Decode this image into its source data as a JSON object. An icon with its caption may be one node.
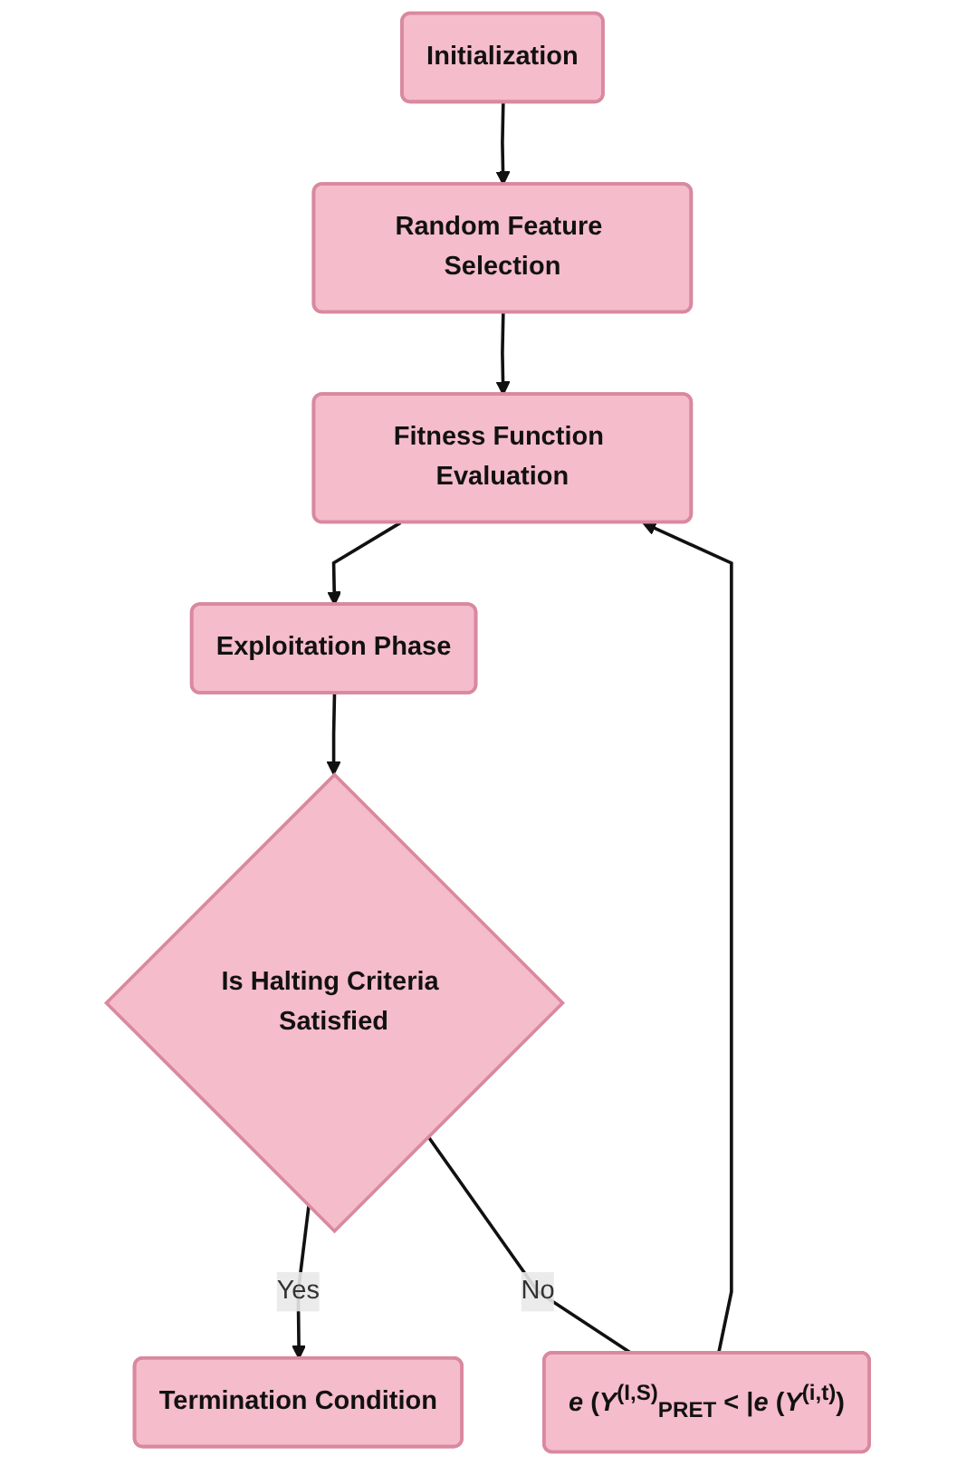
{
  "diagram": {
    "nodes": [
      {
        "text": [
          "Initialization"
        ]
      },
      {
        "text": [
          "Random Feature Selection"
        ]
      },
      {
        "text": [
          "Fitness Function Evaluation"
        ]
      },
      {
        "text": [
          "Exploitation Phase"
        ]
      },
      {
        "text": [
          "Is Halting Criteria Satisfied"
        ]
      },
      {
        "text": [
          "Termination Condition"
        ]
      },
      {
        "text": [
          "*e* (*Y*$^{(I,S)}$$_{PRET}$ < |*e* (*Y*$^{(i,t)}$)"
        ]
      }
    ],
    "edges": [
      {
        "from": 0,
        "to": 1,
        "arrow": "to"
      },
      {
        "from": 1,
        "to": 2,
        "arrow": "to"
      },
      {
        "from": 2,
        "to": 3,
        "arrow": "to"
      },
      {
        "from": 3,
        "to": 4,
        "arrow": "to"
      },
      {
        "from": 4,
        "to": 5,
        "arrow": "to",
        "label": "Yes"
      },
      {
        "from": 4,
        "to": 6,
        "arrow": "none",
        "label": "No"
      },
      {
        "from": 6,
        "to": 2,
        "arrow": "to"
      }
    ]
  }
}
